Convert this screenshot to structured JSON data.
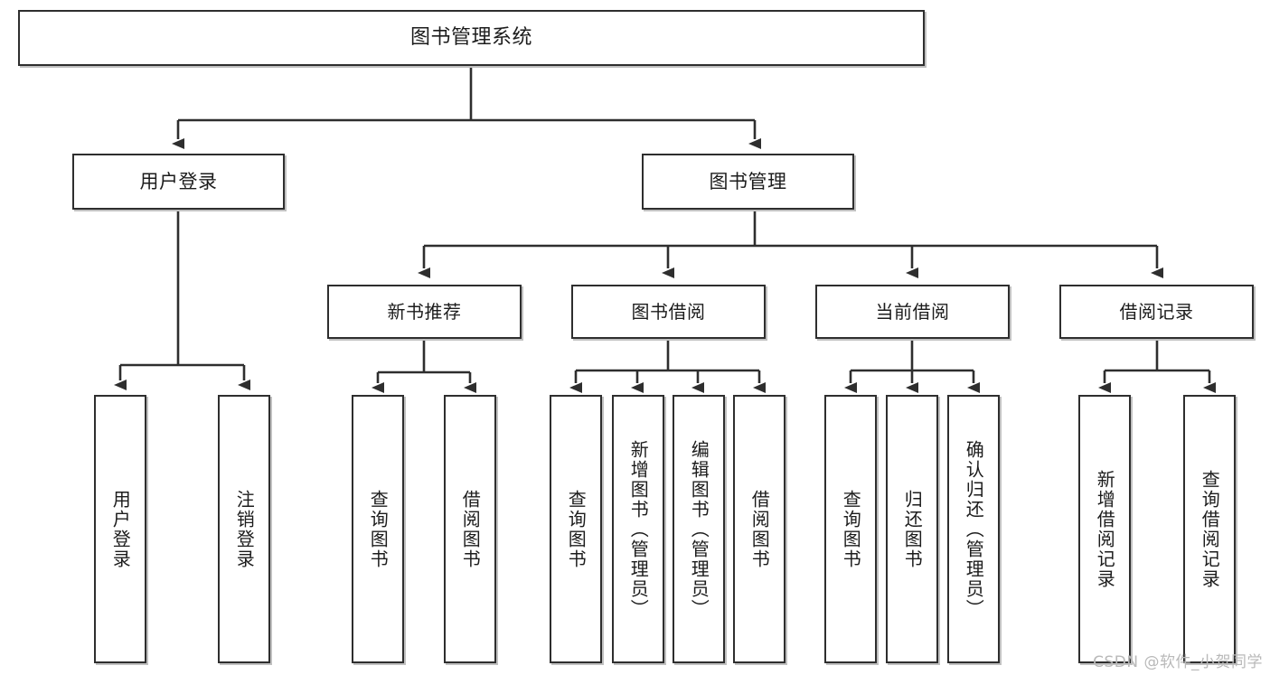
{
  "diagram": {
    "title": "图书管理系统",
    "type": "tree-hierarchy",
    "watermark": "CSDN @软件_小贺同学",
    "colors": {
      "box_border": "#2e2e2e",
      "box_fill": "#ffffff",
      "connector": "#2e2e2e",
      "text": "#1c1c1c",
      "watermark": "#b9b9b9",
      "background": "#ffffff"
    }
  },
  "nodes": {
    "root": {
      "label": "图书管理系统"
    },
    "level2": [
      {
        "label": "用户登录"
      },
      {
        "label": "图书管理"
      }
    ],
    "level3": [
      {
        "label": "新书推荐"
      },
      {
        "label": "图书借阅"
      },
      {
        "label": "当前借阅"
      },
      {
        "label": "借阅记录"
      }
    ],
    "leaves": {
      "user_login": [
        {
          "label": "用户登录"
        },
        {
          "label": "注销登录"
        }
      ],
      "new_book_recommend": [
        {
          "label": "查询图书"
        },
        {
          "label": "借阅图书"
        }
      ],
      "book_borrow": [
        {
          "label": "查询图书"
        },
        {
          "label": "新增图书（管理员）"
        },
        {
          "label": "编辑图书（管理员）"
        },
        {
          "label": "借阅图书"
        }
      ],
      "current_borrow": [
        {
          "label": "查询图书"
        },
        {
          "label": "归还图书"
        },
        {
          "label": "确认归还（管理员）"
        }
      ],
      "borrow_record": [
        {
          "label": "新增借阅记录"
        },
        {
          "label": "查询借阅记录"
        }
      ]
    }
  }
}
